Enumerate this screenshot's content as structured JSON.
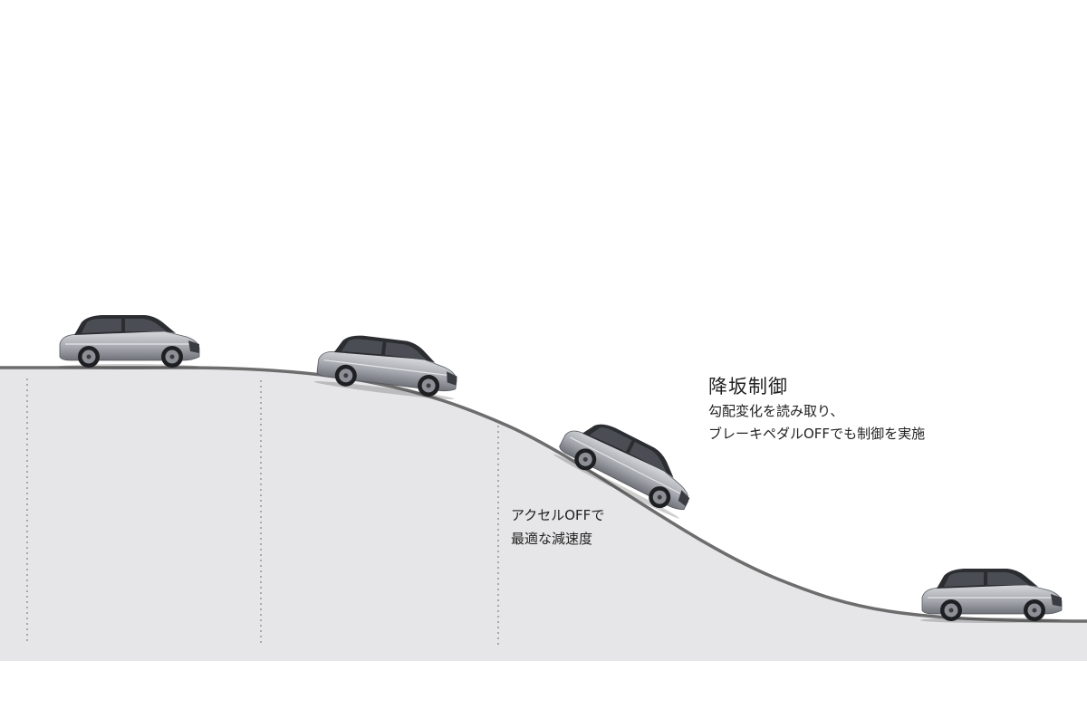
{
  "colors": {
    "ground_fill": "#e6e6e8",
    "road_stroke": "#6d6d6d",
    "divider": "#a9a9a9",
    "car_body": "#a8aab0",
    "car_body_light": "#d0d2d6",
    "car_glass": "#2b2d31",
    "car_tire": "#1e1f22",
    "car_rim": "#8c8f95",
    "text": "#222222"
  },
  "control_panel": {
    "heading": "降坂制御",
    "line1": "勾配変化を読み取り、",
    "line2": "ブレーキペダルOFFでも制御を実施"
  },
  "accel_note": {
    "line1": "アクセルOFFで",
    "line2": "最適な減速度"
  },
  "icons": [
    "suv-car-icon"
  ]
}
